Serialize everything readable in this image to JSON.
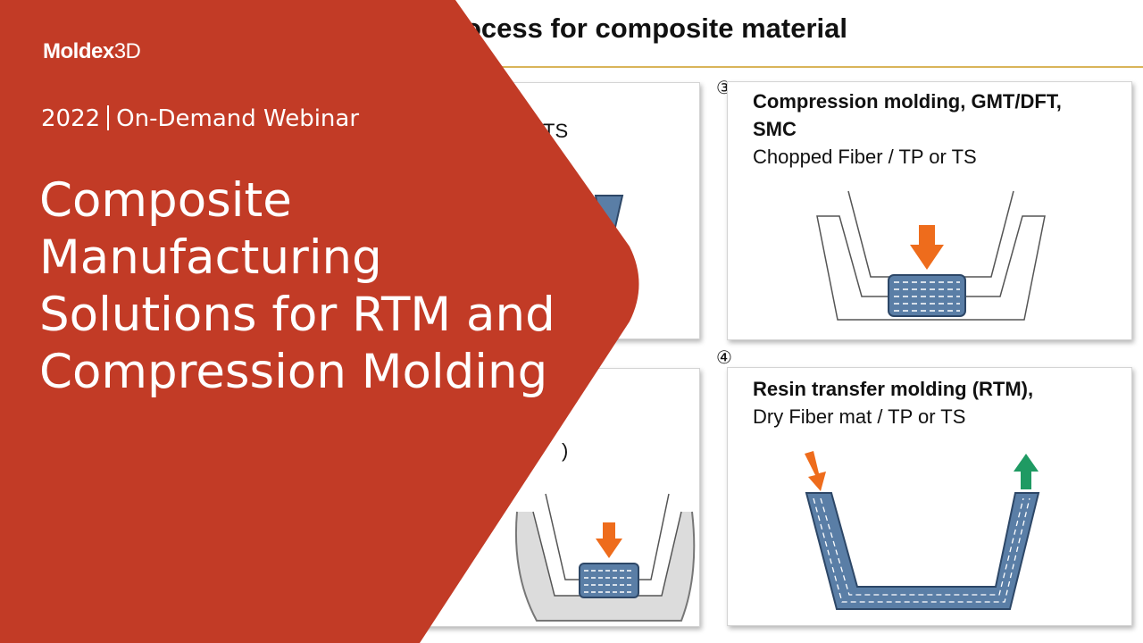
{
  "slide": {
    "title": "ocess for composite material",
    "panel_top_left": {
      "visible_text": "r TS"
    },
    "panel_top_right": {
      "number": "③",
      "title_line1": "Compression molding, GMT/DFT,",
      "title_line2": "SMC",
      "subtitle": "Chopped Fiber / TP or TS"
    },
    "panel_bottom_left": {
      "visible_text": ")"
    },
    "panel_bottom_right": {
      "number": "④",
      "title_line1": "Resin transfer molding (RTM),",
      "subtitle": "Dry Fiber mat / TP or TS"
    }
  },
  "overlay": {
    "brand_bold": "Moldex",
    "brand_light": "3D",
    "year": "2022",
    "series": "On-Demand Webinar",
    "headline_lines": [
      "Composite",
      "Manufacturing",
      "Solutions for RTM and",
      "Compression Molding"
    ]
  },
  "colors": {
    "banner_red": "#c23b26",
    "arrow_orange": "#ee6c1c",
    "arrow_green": "#1f9a63",
    "fiber_blue": "#5a7ea6",
    "title_rule": "#d9b45a"
  }
}
